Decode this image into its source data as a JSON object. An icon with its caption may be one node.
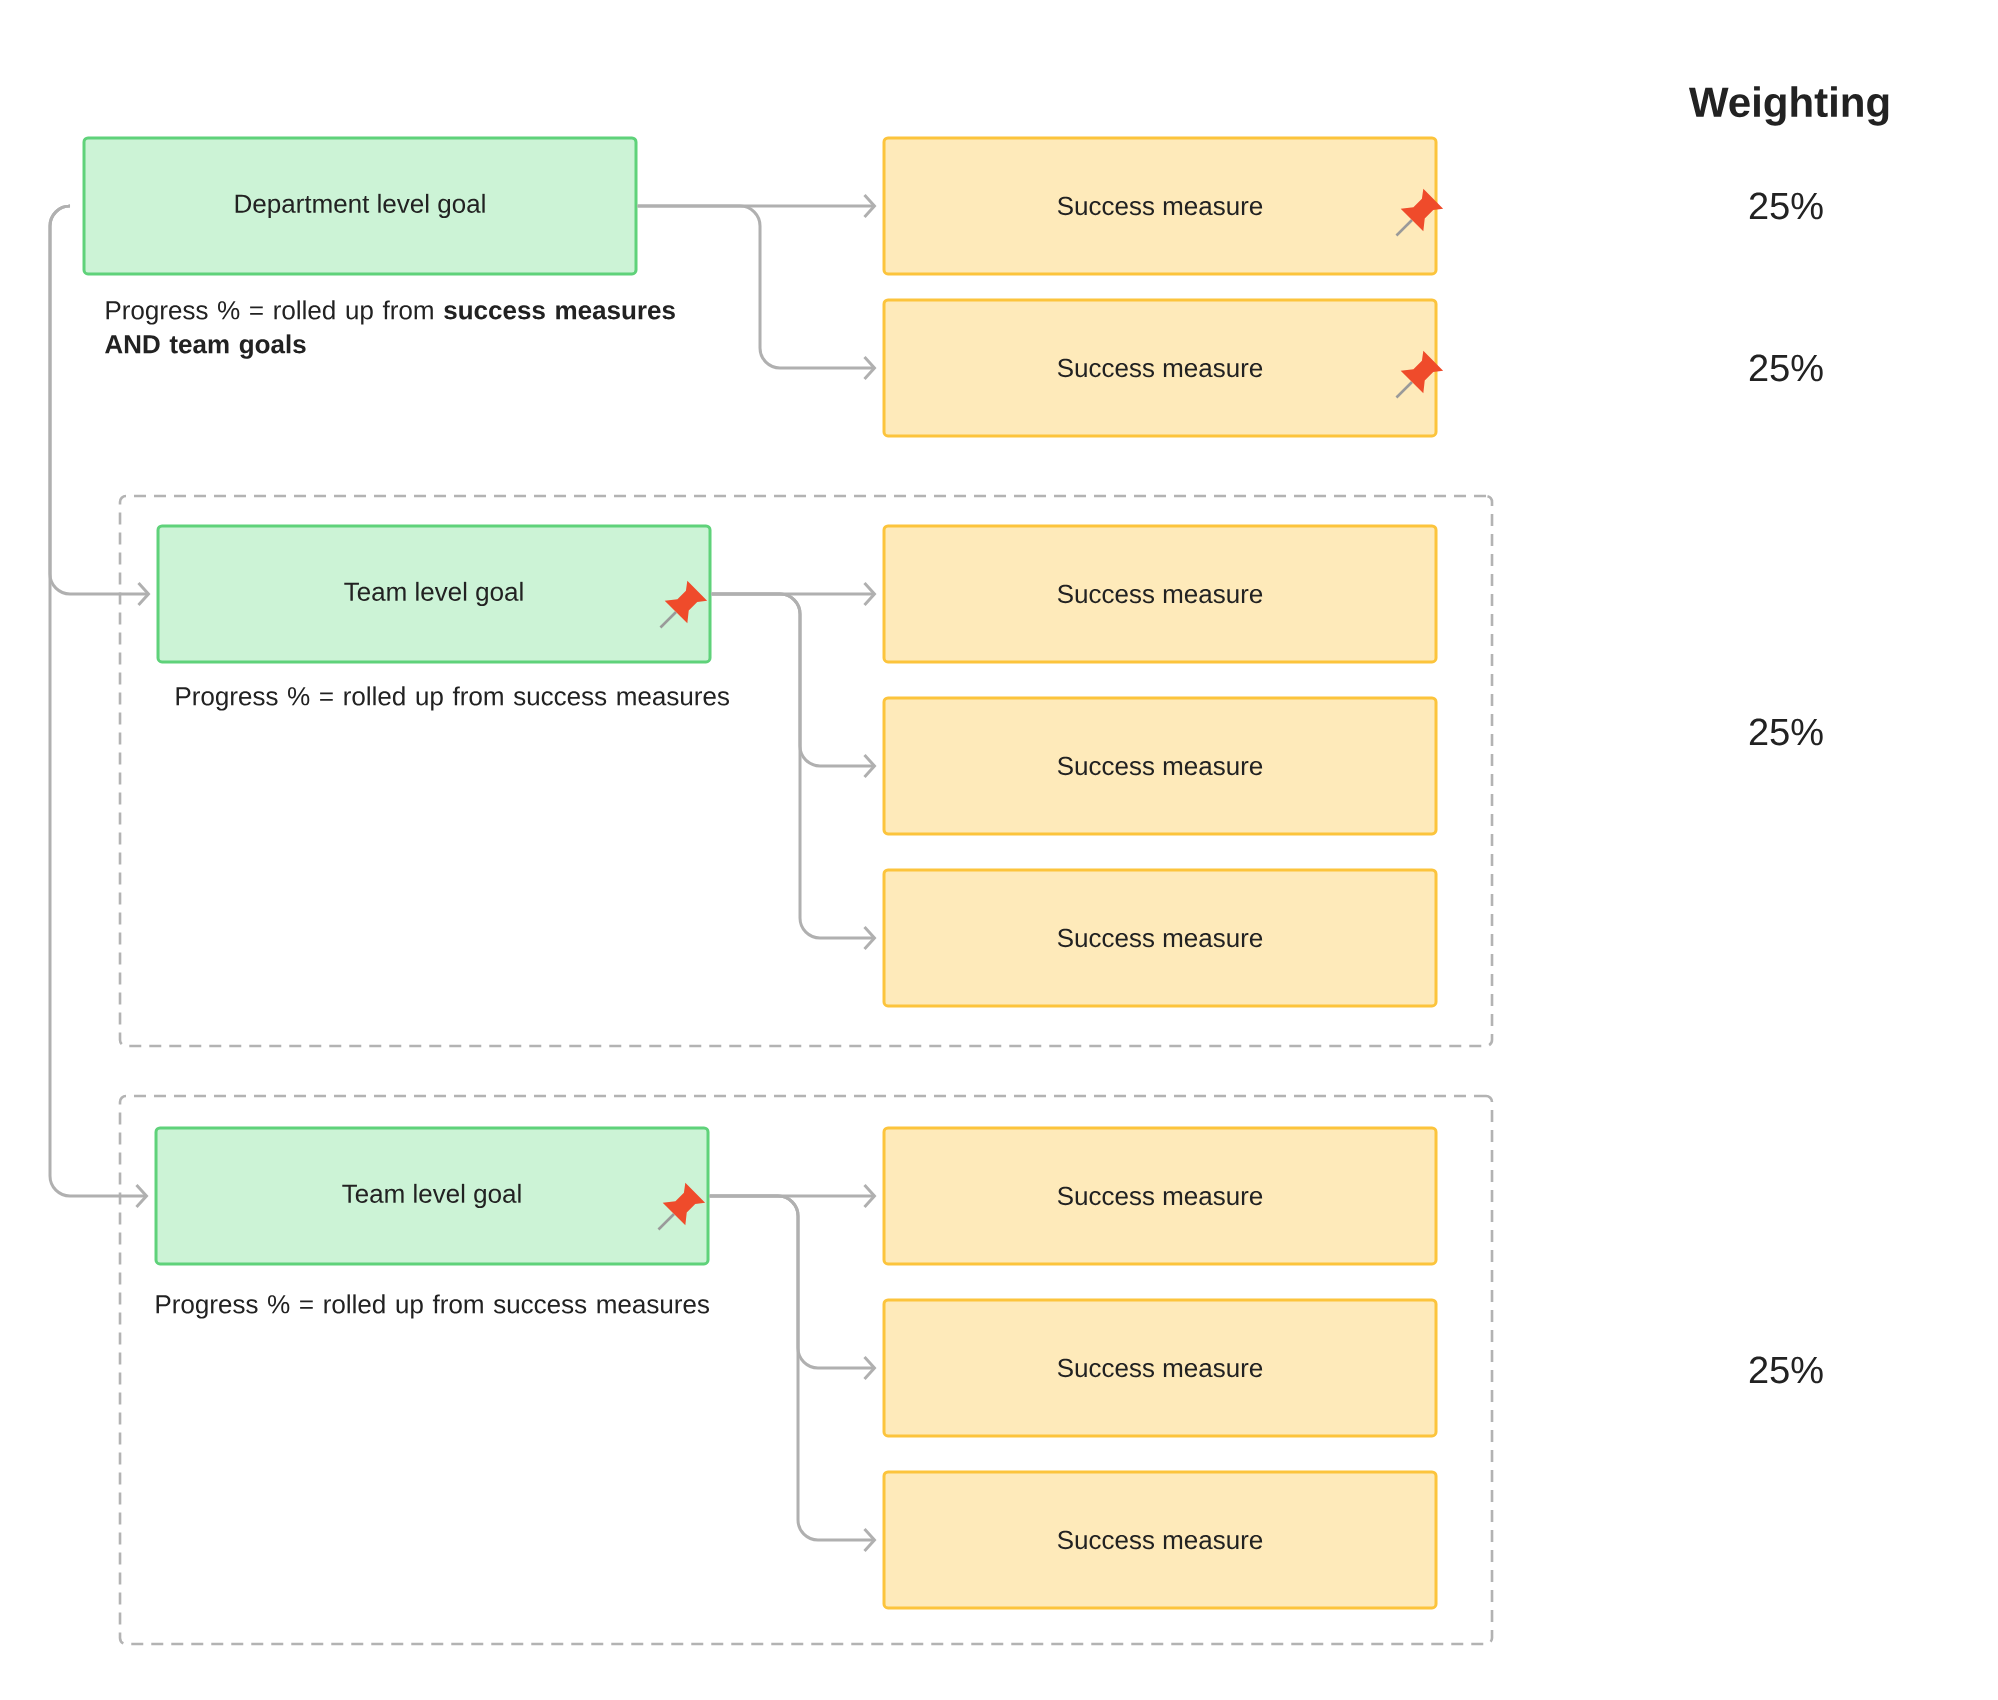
{
  "diagram": {
    "nodes": [
      {
        "text": [
          "Department level goal"
        ],
        "beside": [
          "Progress % = rolled up from **success measures AND team goals**"
        ]
      },
      {
        "text": [
          "Success measure"
        ]
      },
      {
        "text": [
          "Success measure"
        ]
      },
      {
        "text": [],
        "shape": "box"
      },
      {
        "text": [
          "Team level goal"
        ],
        "in": 3,
        "beside": [
          "Progress % = rolled up from success measures"
        ]
      },
      {
        "text": [
          "Success measure"
        ],
        "in": 3
      },
      {
        "text": [
          "Success measure"
        ],
        "in": 3
      },
      {
        "text": [
          "Success measure"
        ],
        "in": 3
      },
      {
        "text": [],
        "shape": "box"
      },
      {
        "text": [
          "Team level goal"
        ],
        "in": 8,
        "beside": [
          "Progress % = rolled up from success measures"
        ]
      },
      {
        "text": [
          "Success measure"
        ],
        "in": 8
      },
      {
        "text": [
          "Success measure"
        ],
        "in": 8
      },
      {
        "text": [
          "Success measure"
        ],
        "in": 8
      }
    ],
    "edges": [
      {
        "from": 0,
        "to": 1,
        "arrow": "to"
      },
      {
        "from": 0,
        "to": 2,
        "arrow": "to"
      },
      {
        "from": 0,
        "to": 4,
        "arrow": "to"
      },
      {
        "from": 0,
        "to": 9,
        "arrow": "to"
      },
      {
        "from": 4,
        "to": 5,
        "arrow": "to"
      },
      {
        "from": 4,
        "to": 6,
        "arrow": "to"
      },
      {
        "from": 4,
        "to": 7,
        "arrow": "to"
      },
      {
        "from": 9,
        "to": 10,
        "arrow": "to"
      },
      {
        "from": 9,
        "to": 11,
        "arrow": "to"
      },
      {
        "from": 9,
        "to": 12,
        "arrow": "to"
      }
    ],
    "labels": [
      "Weighting",
      "25%",
      "25%",
      "25%",
      "25%"
    ]
  }
}
